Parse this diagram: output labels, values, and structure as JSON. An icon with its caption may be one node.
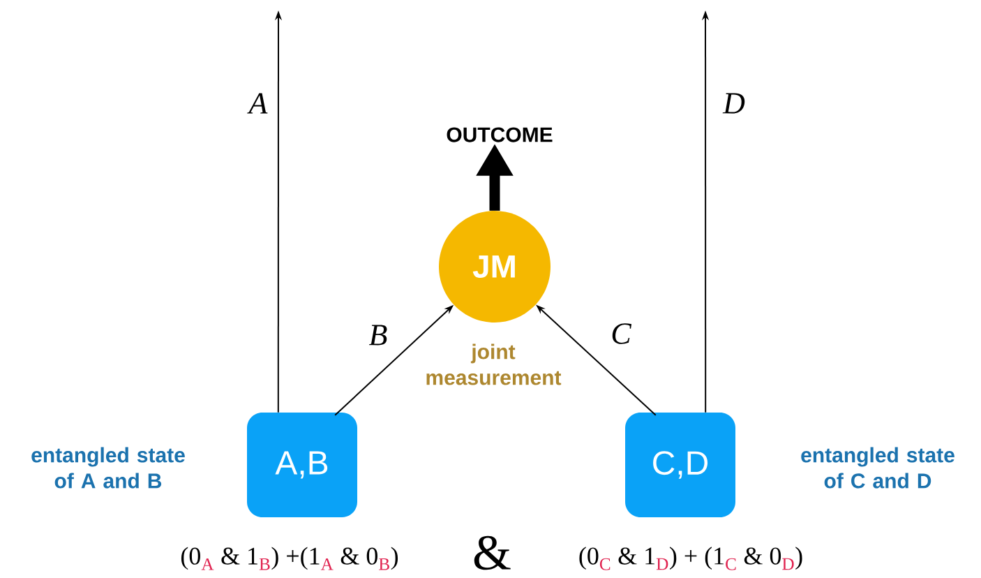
{
  "diagram": {
    "nodes": [
      {
        "text": [
          "A,B"
        ],
        "beside": [
          "entangled state of A and B"
        ]
      },
      {
        "text": [
          "C,D"
        ],
        "beside": [
          "entangled state of C and D"
        ]
      },
      {
        "text": [
          "JM"
        ],
        "beside": [
          "joint measurement"
        ]
      },
      {
        "text": [
          "OUTCOME"
        ]
      }
    ],
    "edges": [
      {
        "from": 0,
        "to": null,
        "arrow": "to",
        "label": "A"
      },
      {
        "from": 1,
        "to": null,
        "arrow": "to",
        "label": "D"
      },
      {
        "from": 0,
        "to": 2,
        "arrow": "to",
        "label": "B"
      },
      {
        "from": 1,
        "to": 2,
        "arrow": "to",
        "label": "C"
      },
      {
        "from": 2,
        "to": 3,
        "arrow": "to",
        "style": "thick"
      }
    ],
    "labels": [
      "(0$_{A}$ & 1$_{B}$) +(1$_{A}$ & 0$_{B}$)",
      "&",
      "(0$_{C}$ & 1$_{D}$) + (1$_{C}$ & 0$_{D}$)"
    ]
  }
}
